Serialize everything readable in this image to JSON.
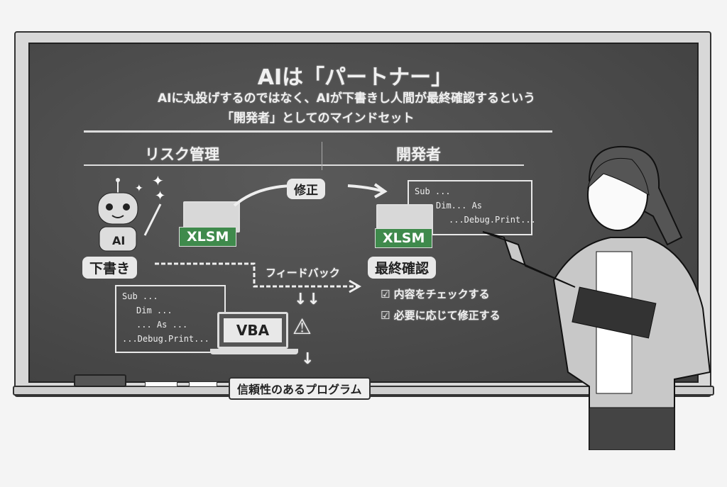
{
  "title": "AIは「パートナー」",
  "subtitle_line1": "AIに丸投げするのではなく、AIが下書きし人間が最終確認するという",
  "subtitle_line2": "「開発者」としてのマインドセット",
  "left_heading": "リスク管理",
  "right_heading": "開発者",
  "robot_label": "AI",
  "draft_label": "下書き",
  "fix_label": "修正",
  "file_label_left": "XLSM",
  "file_label_right": "XLSM",
  "code_right": [
    "Sub ...",
    "Dim... As",
    "...Debug.Print..."
  ],
  "final_check_label": "最終確認",
  "feedback_label": "フィードバック",
  "checklist": [
    "内容をチェックする",
    "必要に応じて修正する"
  ],
  "code_left": [
    "Sub ...",
    "Dim ...",
    "...    As ...",
    "...Debug.Print..."
  ],
  "laptop_label": "VBA",
  "result_label": "信頼性のあるプログラム",
  "colors": {
    "board": "#4a4a4a",
    "xlsm": "#3f8a4c"
  }
}
